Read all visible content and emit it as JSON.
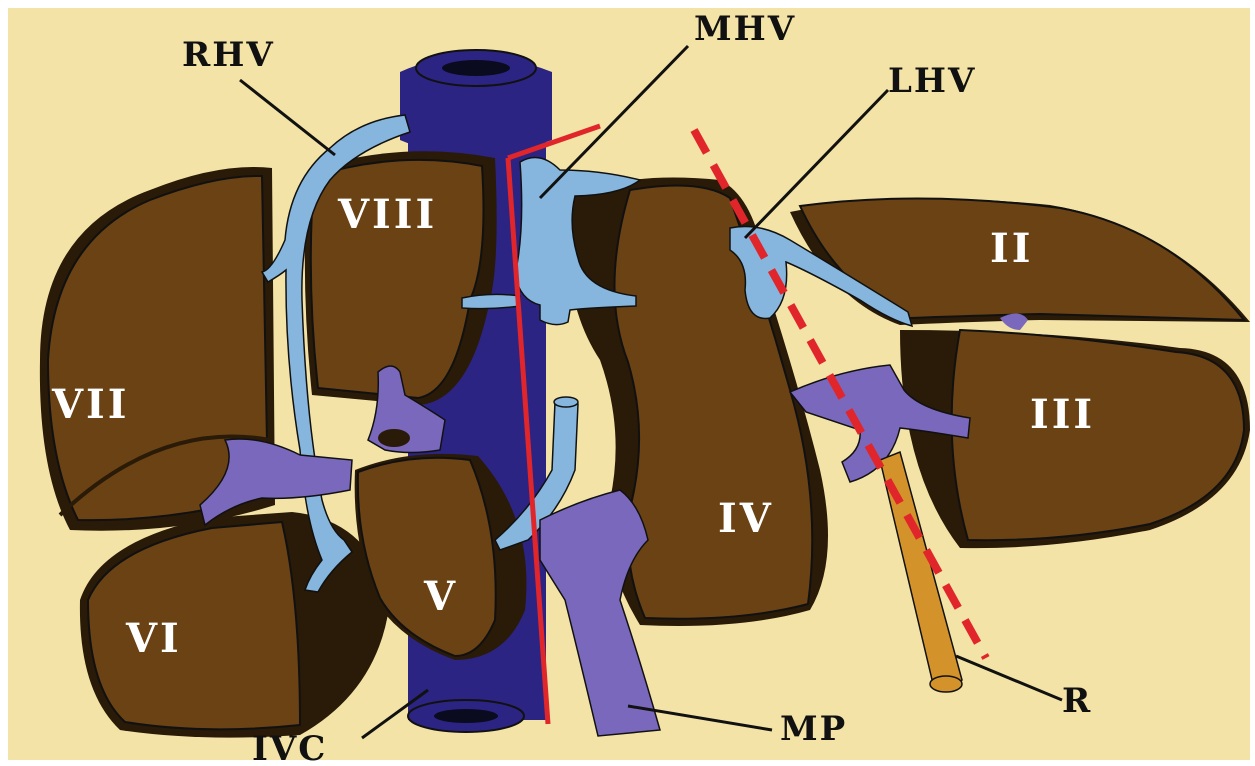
{
  "colors": {
    "background": "#f3e3a6",
    "frame": "#ffffff",
    "liver": "#6b4213",
    "liver_shadow": "#2a1a08",
    "ivc": "#2c2483",
    "hepatic_vein": "#86b6dd",
    "portal_vein": "#7a68bc",
    "bile_duct": "#d4932a",
    "cut_line": "#e0262a",
    "callout_line": "#111111"
  },
  "segments": {
    "ii": "II",
    "iii": "III",
    "iv": "IV",
    "v": "V",
    "vi": "VI",
    "vii": "VII",
    "viii": "VIII"
  },
  "callouts": {
    "rhv": "RHV",
    "mhv": "MHV",
    "lhv": "LHV",
    "ivc": "IVC",
    "mp": "MP",
    "r": "R"
  }
}
